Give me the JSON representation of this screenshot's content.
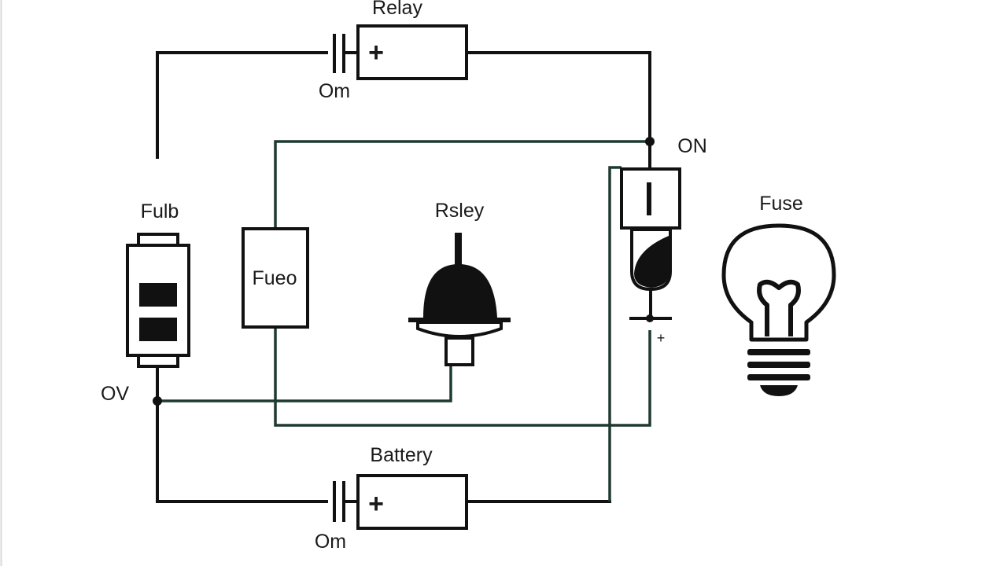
{
  "diagram": {
    "labels": {
      "relay_top": "Relay",
      "om_top": "Om",
      "on": "ON",
      "fulb": "Fulb",
      "fueo": "Fueo",
      "rsley": "Rsley",
      "fuse": "Fuse",
      "ov": "OV",
      "plus_small": "+",
      "battery": "Battery",
      "om_bottom": "Om",
      "relay_plus_sign": "+",
      "battery_plus_sign": "+"
    },
    "colors": {
      "black_wire": "#111111",
      "green_wire": "#1f3a30",
      "background": "#ffffff"
    },
    "icons": {
      "battery_cell": "battery-cell-icon",
      "bell": "bell-icon",
      "light_bulb": "light-bulb-icon",
      "switch": "switch-icon"
    }
  }
}
